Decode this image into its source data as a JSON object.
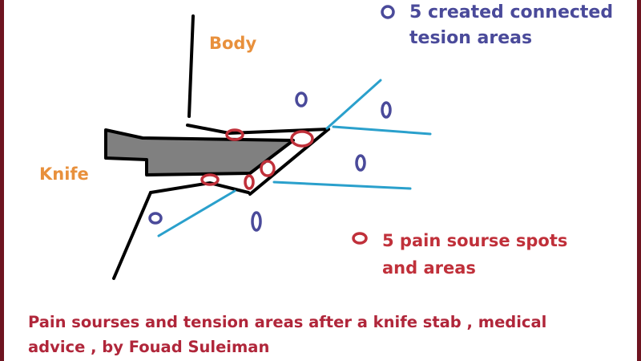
{
  "labels": {
    "body": "Body",
    "knife": "Knife"
  },
  "legend": {
    "tension": {
      "line1": "5 created connected",
      "line2": "tesion areas",
      "icon": "blue-oval-icon"
    },
    "pain": {
      "line1": "5 pain sourse spots",
      "line2": "and areas",
      "icon": "red-oval-icon"
    }
  },
  "caption": {
    "line1": "Pain sourses and tension areas after a knife stab , medical",
    "line2": "advice , by Fouad Suleiman"
  },
  "colors": {
    "tension": "#4a4a9a",
    "pain": "#c0303a",
    "label": "#e8903c",
    "caption": "#b0263a",
    "blue_lines": "#2aa0cc",
    "knife": "#808080",
    "border": "#6e1420"
  }
}
